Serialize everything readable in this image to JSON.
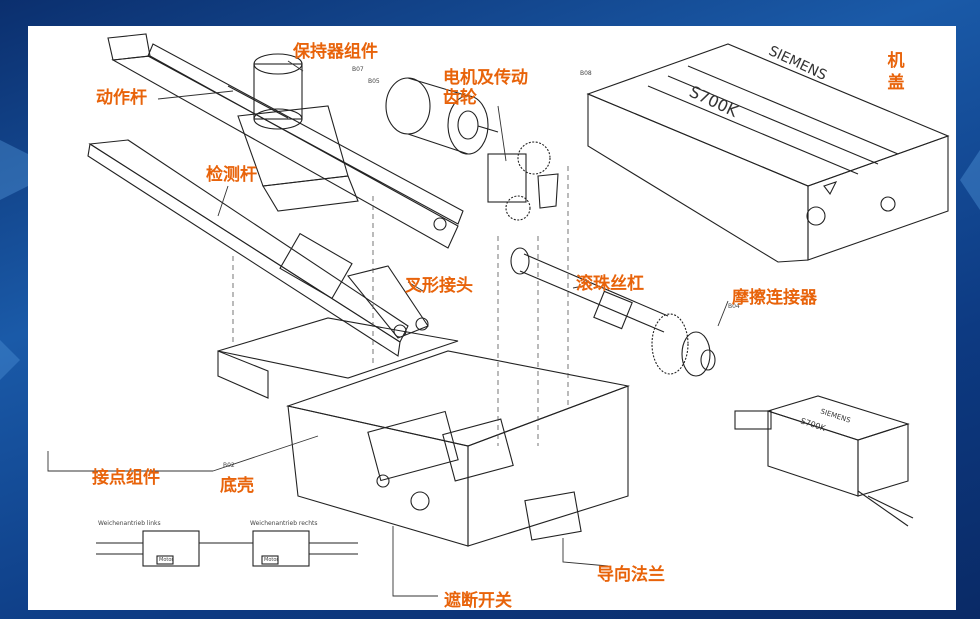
{
  "labels": {
    "action_rod": "动作杆",
    "holder_assembly": "保持器组件",
    "motor_gear": "电机及传动齿轮",
    "cover": "机盖",
    "detection_rod": "检测杆",
    "fork_joint": "叉形接头",
    "ball_screw": "滚珠丝杠",
    "friction_connector": "摩擦连接器",
    "contact_assembly": "接点组件",
    "base_housing": "底壳",
    "guide_flange": "导向法兰",
    "cutoff_switch": "遮断开关"
  },
  "brand": {
    "cover_brand": "SIEMENS",
    "cover_model": "S700K",
    "mini_brand": "SIEMENS",
    "mini_model": "S700K"
  },
  "part_codes": {
    "holder": "B07",
    "motor": "B05",
    "cover": "B08",
    "base": "B02",
    "friction": "B04"
  },
  "inset_captions": {
    "left": "Weichenantrieb links",
    "right": "Weichenantrieb rechts",
    "box_text": "Motor"
  },
  "colors": {
    "label": "#e8630a",
    "background": "#0d3a82",
    "panel": "#ffffff",
    "line": "#222222"
  }
}
